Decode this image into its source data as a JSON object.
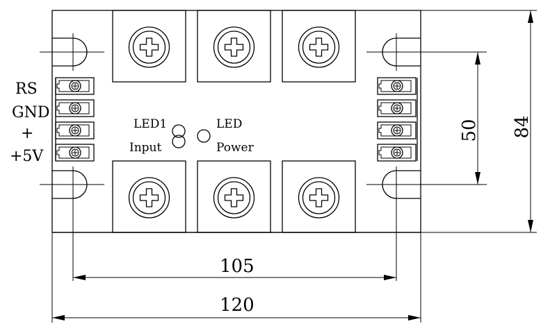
{
  "labels": {
    "rs": "RS",
    "gnd": "GND",
    "plus": "+",
    "plus5v": "+5V",
    "led1": "LED1",
    "input": "Input",
    "led": "LED",
    "power": "Power"
  },
  "dimensions": {
    "width_outer": "120",
    "width_holes": "105",
    "height_outer": "84",
    "height_holes": "50"
  },
  "colors": {
    "line": "#000000",
    "background": "#ffffff"
  }
}
